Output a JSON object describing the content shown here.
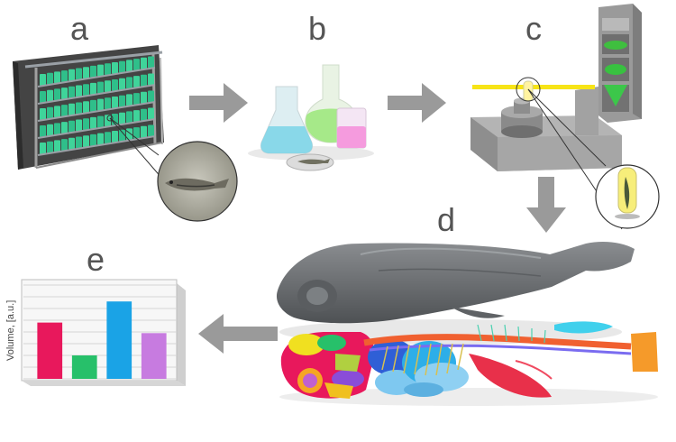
{
  "panels": {
    "a": {
      "letter": "a",
      "icon": "fish-tank-rack-icon"
    },
    "b": {
      "letter": "b",
      "icon": "lab-glassware-icon"
    },
    "c": {
      "letter": "c",
      "icon": "microct-scanner-icon"
    },
    "d": {
      "letter": "d",
      "icon": "fish-3d-segmentation-icon"
    },
    "e": {
      "letter": "e",
      "icon": "bar-chart-icon"
    }
  },
  "chart": {
    "ylabel": "Volume, [a.u.]",
    "colors": [
      "#e8185c",
      "#27c06a",
      "#1aa3e6",
      "#c77be0"
    ]
  },
  "chart_data": {
    "type": "bar",
    "categories": [
      "",
      "",
      "",
      ""
    ],
    "values": [
      4.8,
      2.0,
      6.6,
      3.9
    ],
    "ylim": [
      0,
      8
    ],
    "xlabel": "",
    "ylabel": "Volume, [a.u.]",
    "grid": true
  },
  "colors": {
    "arrow": "#9a9a9a",
    "letter": "#555555",
    "scanner": "#9c9c9c",
    "beam": "#f7e417",
    "fish_grey": "#6e7173"
  }
}
